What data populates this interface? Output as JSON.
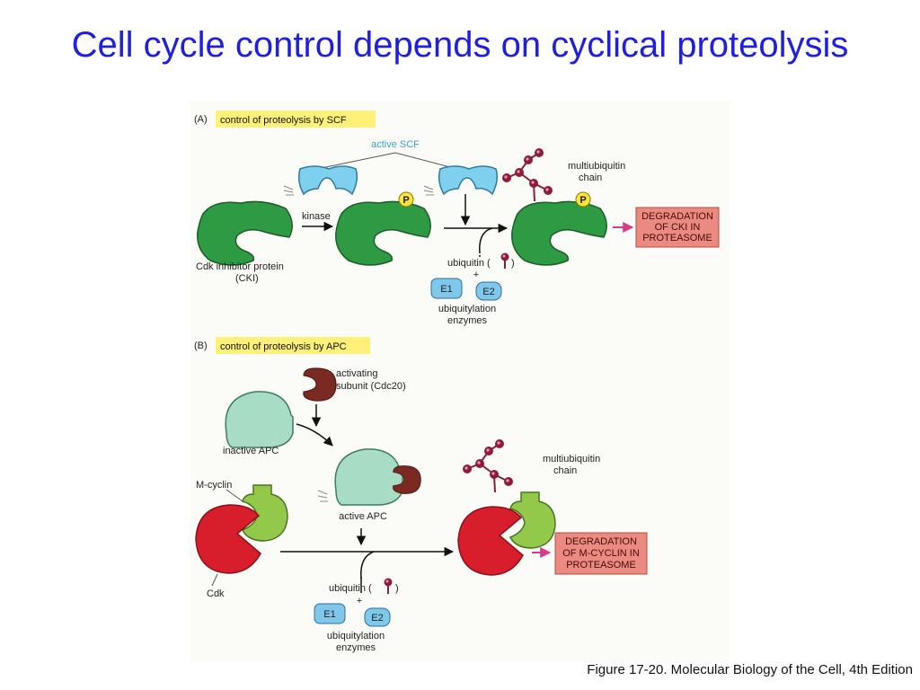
{
  "slide": {
    "title": "Cell cycle control depends on cyclical proteolysis",
    "caption": "Figure 17-20. Molecular Biology of the Cell, 4th Edition"
  },
  "colors": {
    "title": "#1f1fe0",
    "cki_green": "#2e9a44",
    "scf_blue": "#7fd0ee",
    "apc_mint": "#a8dcc4",
    "cdc20_brown": "#7a2a22",
    "cdk_red": "#d81e2c",
    "cyclin_lime": "#93c94b",
    "ubiquitin": "#8e1b3a",
    "degradation_box": "#ea8a80",
    "label_bar": "#fff07a",
    "arrow_pink": "#d93a8a"
  },
  "panel_a": {
    "letter": "(A)",
    "heading": "control of proteolysis by SCF",
    "active_scf": "active SCF",
    "kinase": "kinase",
    "phospho": "P",
    "cki_line1": "Cdk inhibitor protein",
    "cki_line2": "(CKI)",
    "multiubiquitin_line1": "multiubiquitin",
    "multiubiquitin_line2": "chain",
    "degradation": [
      "DEGRADATION",
      "OF CKI IN",
      "PROTEASOME"
    ],
    "ubiquitin": "ubiquitin (",
    "ubiquitin_close": ")",
    "plus": "+",
    "e1": "E1",
    "e2": "E2",
    "enzymes_line1": "ubiquitylation",
    "enzymes_line2": "enzymes"
  },
  "panel_b": {
    "letter": "(B)",
    "heading": "control of proteolysis by APC",
    "activating_line1": "activating",
    "activating_line2": "subunit (Cdc20)",
    "inactive_apc": "inactive APC",
    "active_apc": "active APC",
    "m_cyclin": "M-cyclin",
    "cdk": "Cdk",
    "multiubiquitin_line1": "multiubiquitin",
    "multiubiquitin_line2": "chain",
    "degradation": [
      "DEGRADATION",
      "OF M-CYCLIN IN",
      "PROTEASOME"
    ],
    "ubiquitin": "ubiquitin (",
    "ubiquitin_close": ")",
    "plus": "+",
    "e1": "E1",
    "e2": "E2",
    "enzymes_line1": "ubiquitylation",
    "enzymes_line2": "enzymes"
  }
}
